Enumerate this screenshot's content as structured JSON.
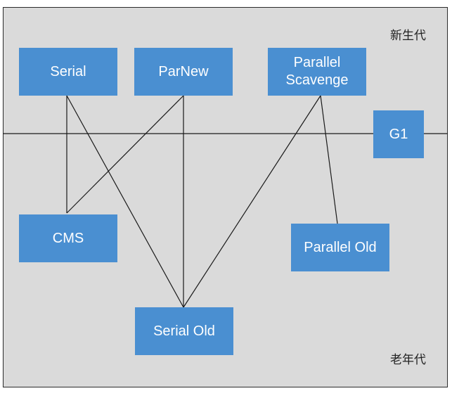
{
  "regions": {
    "young": "新生代",
    "old": "老年代"
  },
  "collectors": {
    "serial": "Serial",
    "parnew": "ParNew",
    "parallel_scavenge": "Parallel\nScavenge",
    "g1": "G1",
    "cms": "CMS",
    "parallel_old": "Parallel Old",
    "serial_old": "Serial Old"
  },
  "colors": {
    "box_fill": "#4a8fd1",
    "background": "#dadada",
    "line": "#1a1a1a"
  }
}
